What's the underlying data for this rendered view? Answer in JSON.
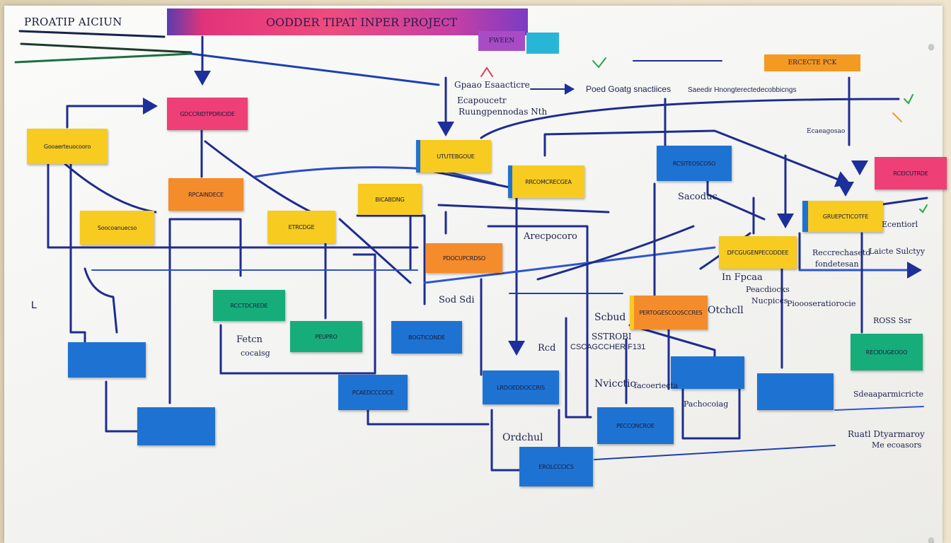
{
  "board": {
    "top_left_label": "PROATIP AICIUN",
    "title": "OODDER TIPAT INPER PROJECT",
    "title_tag": "FWEEN",
    "orange_tag": "ERCECTE PCK"
  },
  "colors": {
    "yellow": "#f7cb1f",
    "orange": "#f58c2b",
    "pink": "#ee3f77",
    "blue": "#1e73d2",
    "green": "#17ad7b",
    "ink": "#1c2a8a"
  },
  "notes": [
    {
      "id": "n1",
      "color": "pink",
      "text": "GDCCRIDTPDRICIDE"
    },
    {
      "id": "n2",
      "color": "yellow",
      "text": "Gooaerteuocooro"
    },
    {
      "id": "n3",
      "color": "yellow",
      "text": "UTUTEBGOUE"
    },
    {
      "id": "n4",
      "color": "yellow",
      "text": "RRCOMCRECGEA"
    },
    {
      "id": "n5",
      "color": "orange",
      "text": "RPCAINDECE"
    },
    {
      "id": "n6",
      "color": "yellow",
      "text": "BICABDNG"
    },
    {
      "id": "n7",
      "color": "yellow",
      "text": "Soocoanuecso"
    },
    {
      "id": "n8",
      "color": "yellow",
      "text": "ETRCDGE"
    },
    {
      "id": "n9",
      "color": "orange",
      "text": "PDOCUPCRDSO"
    },
    {
      "id": "n10",
      "color": "blue",
      "text": "RCSITEOSCOSO"
    },
    {
      "id": "n11",
      "color": "pink",
      "text": "RCEICUTRDE"
    },
    {
      "id": "n12",
      "color": "yellow",
      "text": "GRUEPCTICOTFE"
    },
    {
      "id": "n13",
      "color": "yellow",
      "text": "DFCGUGENPECODDEE"
    },
    {
      "id": "n14",
      "color": "orange",
      "text": "PERTOGESCOOSCCRES"
    },
    {
      "id": "n15",
      "color": "green",
      "text": "RCCTDCREDE"
    },
    {
      "id": "n16",
      "color": "green",
      "text": "PEUPRO"
    },
    {
      "id": "n17",
      "color": "blue",
      "text": "BOGTICONDE"
    },
    {
      "id": "n18",
      "color": "blue",
      "text": ""
    },
    {
      "id": "n19",
      "color": "blue",
      "text": ""
    },
    {
      "id": "n20",
      "color": "blue",
      "text": "PCAEDCCCOCE"
    },
    {
      "id": "n21",
      "color": "blue",
      "text": "LRDOEDDOCCRIS"
    },
    {
      "id": "n22",
      "color": "blue",
      "text": "PECCONCROE"
    },
    {
      "id": "n23",
      "color": "blue",
      "text": ""
    },
    {
      "id": "n24",
      "color": "blue",
      "text": ""
    },
    {
      "id": "n25",
      "color": "green",
      "text": "RECIDUGEOOO"
    },
    {
      "id": "n26",
      "color": "blue",
      "text": "EROLCCCICS"
    }
  ],
  "handwriting": [
    {
      "id": "h1",
      "text": "Gpaao Esaacticre"
    },
    {
      "id": "h2",
      "text": "Ecapoucetr"
    },
    {
      "id": "h3",
      "text": "Ruungpennodas Nth"
    },
    {
      "id": "h4",
      "text": "Poed Goatg snactiices"
    },
    {
      "id": "h5",
      "text": "Saeedir Hnongterectedecobbicngs"
    },
    {
      "id": "h6",
      "text": "Sacoduc"
    },
    {
      "id": "h7",
      "text": "Arecpocoro"
    },
    {
      "id": "h8",
      "text": "Sod Sdi"
    },
    {
      "id": "h9",
      "text": "Fetcn"
    },
    {
      "id": "h10",
      "text": "cocaisg"
    },
    {
      "id": "h11",
      "text": "Rcd"
    },
    {
      "id": "h12",
      "text": "SSTROBI"
    },
    {
      "id": "h13",
      "text": "CSCAGCCHER F131"
    },
    {
      "id": "h14",
      "text": "Scbud"
    },
    {
      "id": "h15",
      "text": "Otchcll"
    },
    {
      "id": "h16",
      "text": "Reccrechasetd"
    },
    {
      "id": "h17",
      "text": "fondetesan"
    },
    {
      "id": "h18",
      "text": "In Fpcaa"
    },
    {
      "id": "h19",
      "text": "Peacdiocks"
    },
    {
      "id": "h20",
      "text": "Nucpiccs"
    },
    {
      "id": "h21",
      "text": "Pioooseratiorocie"
    },
    {
      "id": "h22",
      "text": "Nvicctic"
    },
    {
      "id": "h23",
      "text": "facoeriecta"
    },
    {
      "id": "h24",
      "text": "ROSS Ssr"
    },
    {
      "id": "h25",
      "text": "Ordchul"
    },
    {
      "id": "h26",
      "text": "Pachocoiag"
    },
    {
      "id": "h27",
      "text": "Sdeaaparmicricte"
    },
    {
      "id": "h28",
      "text": "Ruatl Dtyarmaroy"
    },
    {
      "id": "h29",
      "text": "Me ecoasors"
    },
    {
      "id": "h30",
      "text": "Ecentiorl"
    },
    {
      "id": "h31",
      "text": "Laicte Sulctyy"
    },
    {
      "id": "h32",
      "text": "Ecaeagosao"
    },
    {
      "id": "h33",
      "text": "L"
    }
  ]
}
